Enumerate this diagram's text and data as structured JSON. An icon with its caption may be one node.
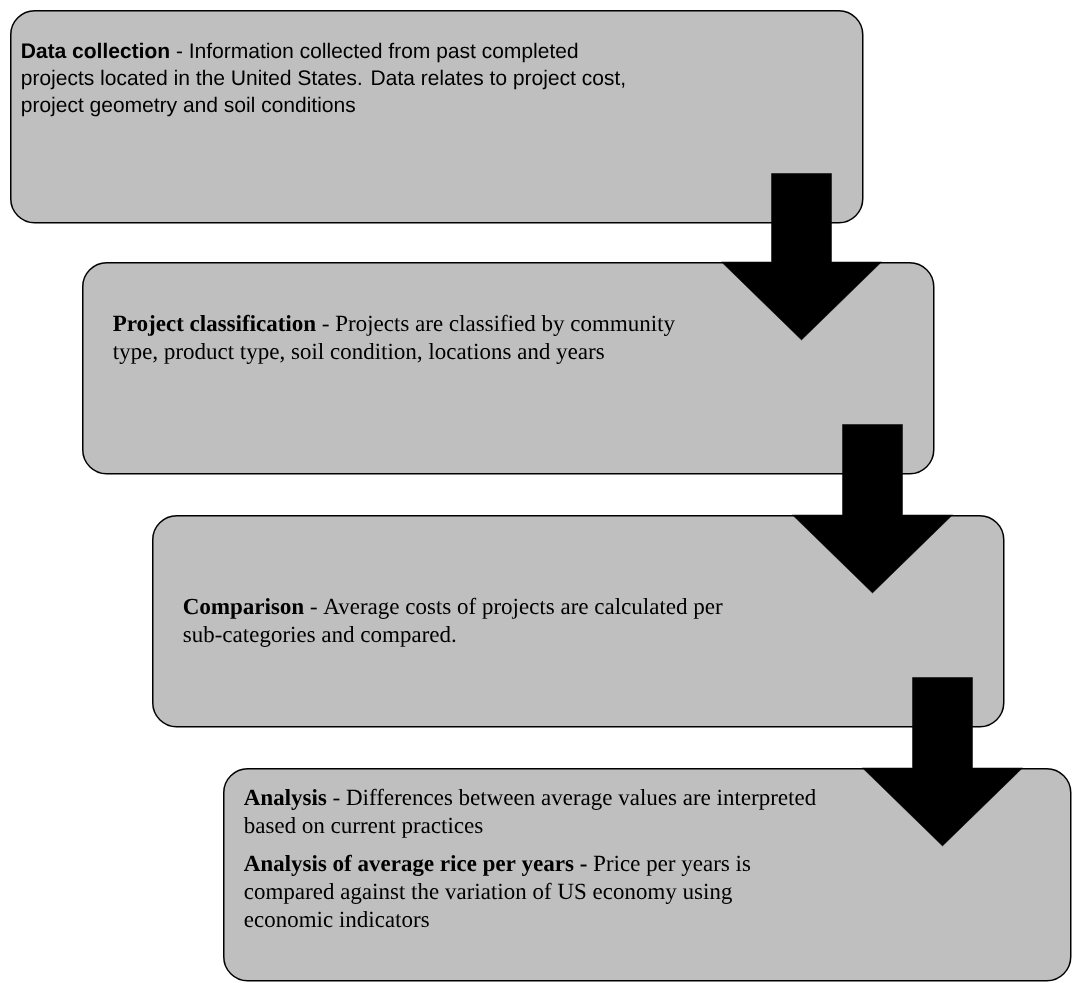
{
  "diagram": {
    "nodes": [
      {
        "text": [
          "**Data collection** - Information collected from past completed projects located in the United States. Data relates to project cost, project geometry and soil conditions"
        ]
      },
      {
        "text": [
          "**Project classification** - Projects are classified by community type, product type, soil condition, locations and years"
        ]
      },
      {
        "text": [
          "**Comparison** - Average costs of projects are calculated per sub-categories and compared."
        ]
      },
      {
        "text": [
          "**Analysis** - Differences between average values are interpreted based on current practices",
          "**Analysis of average rice per years -** Price per years is compared against the variation of US economy using economic indicators"
        ]
      }
    ],
    "edges": [
      {
        "from": 0,
        "to": 1,
        "arrow": "to"
      },
      {
        "from": 1,
        "to": 2,
        "arrow": "to"
      },
      {
        "from": 2,
        "to": 3,
        "arrow": "to"
      }
    ]
  }
}
